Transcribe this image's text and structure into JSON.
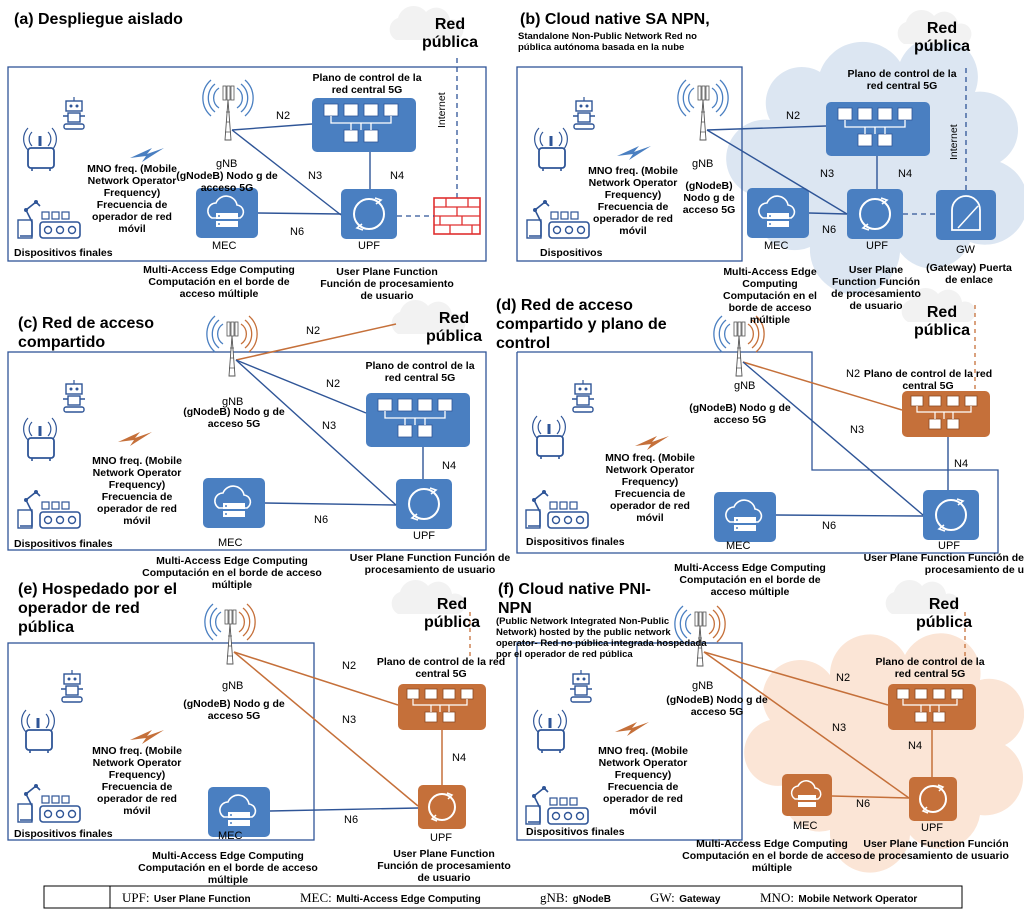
{
  "colors": {
    "blue": "#4a7fc1",
    "blue_dark": "#2f5597",
    "orange": "#c5703a",
    "orange_cloud": "#fbe5d6",
    "blue_cloud": "#dce6f2"
  },
  "panel_a": {
    "title": "(a) Despliegue aislado",
    "public_net": "Red pública",
    "internet": "Internet",
    "cp": "Plano de control de la red central 5G",
    "gnb": "gNB",
    "gnb_full": "(gNodeB) Nodo g de acceso 5G",
    "mno": "MNO freq. (Mobile Network Operator Frequency) Frecuencia de operador de red móvil",
    "devices": "Dispositivos finales",
    "mec": "MEC",
    "mec_full": "Multi-Access Edge Computing Computación en el borde de acceso múltiple",
    "upf": "UPF",
    "upf_full": "User Plane Function Función de procesamiento de usuario",
    "n2": "N2",
    "n3": "N3",
    "n4": "N4",
    "n6": "N6"
  },
  "panel_b": {
    "title": "(b) Cloud native SA NPN,",
    "subtitle": "Standalone Non-Public Network Red no pública autónoma basada en la nube",
    "public_net": "Red pública",
    "internet": "Internet",
    "cp": "Plano de control de la red central 5G",
    "gnb": "gNB",
    "gnb_full": "(gNodeB) Nodo g de acceso 5G",
    "mno": "MNO freq. (Mobile Network Operator Frequency) Frecuencia de operador de red móvil",
    "devices": "Dispositivos",
    "mec": "MEC",
    "mec_full": "Multi-Access Edge Computing Computación en el borde de acceso múltiple",
    "upf": "UPF",
    "upf_full": "User Plane Function Función de procesamiento de usuario",
    "gw": "GW",
    "gw_full": "(Gateway) Puerta de enlace",
    "n2": "N2",
    "n3": "N3",
    "n4": "N4",
    "n6": "N6"
  },
  "panel_c": {
    "title": "(c) Red de acceso compartido",
    "public_net": "Red pública",
    "cp": "Plano de control de la red central 5G",
    "gnb": "gNB",
    "gnb_full": "(gNodeB) Nodo g de acceso 5G",
    "mno": "MNO freq. (Mobile Network Operator Frequency) Frecuencia de operador de red móvil",
    "devices": "Dispositivos finales",
    "mec": "MEC",
    "mec_full": "Multi-Access Edge Computing Computación en el borde de acceso múltiple",
    "upf": "UPF",
    "upf_full": "User Plane Function Función de procesamiento de usuario",
    "n2": "N2",
    "n2b": "N2",
    "n3": "N3",
    "n4": "N4",
    "n6": "N6"
  },
  "panel_d": {
    "title": "(d) Red de acceso compartido y plano de control",
    "public_net": "Red pública",
    "cp": "Plano de control de la red central 5G",
    "gnb": "gNB",
    "gnb_full": "(gNodeB) Nodo g de acceso 5G",
    "mno": "MNO freq. (Mobile Network Operator Frequency) Frecuencia de operador de red móvil",
    "devices": "Dispositivos finales",
    "mec": "MEC",
    "mec_full": "Multi-Access Edge Computing Computación en el borde de acceso múltiple",
    "upf": "UPF",
    "upf_full": "User Plane Function Función de procesamiento de u",
    "n2": "N2",
    "n3": "N3",
    "n4": "N4",
    "n6": "N6"
  },
  "panel_e": {
    "title": "(e) Hospedado por el operador de red pública",
    "public_net": "Red pública",
    "cp": "Plano de control de la red central 5G",
    "gnb": "gNB",
    "gnb_full": "(gNodeB) Nodo g de acceso 5G",
    "mno": "MNO freq. (Mobile Network Operator Frequency) Frecuencia de operador de red móvil",
    "devices": "Dispositivos finales",
    "mec": "MEC",
    "mec_full": "Multi-Access Edge Computing Computación en el borde de acceso múltiple",
    "upf": "UPF",
    "upf_full": "User Plane Function Función de procesamiento de usuario",
    "n2": "N2",
    "n3": "N3",
    "n4": "N4",
    "n6": "N6"
  },
  "panel_f": {
    "title": "(f) Cloud native PNI-NPN",
    "subtitle": "(Public Network Integrated Non-Public Network) hosted by the public network operator-  Red no pública integrada hospedada por el operador de red pública",
    "public_net": "Red pública",
    "cp": "Plano de control de la red central 5G",
    "gnb": "gNB",
    "gnb_full": "(gNodeB) Nodo g de acceso 5G",
    "mno": "MNO freq. (Mobile Network Operator Frequency) Frecuencia de operador de red móvil",
    "devices": "Dispositivos finales",
    "mec": "MEC",
    "mec_full": "Multi-Access Edge Computing Computación en el borde de acceso múltiple",
    "upf": "UPF",
    "upf_full": "User Plane Function Función de procesamiento de usuario",
    "n2": "N2",
    "n3": "N3",
    "n4": "N4",
    "n6": "N6"
  },
  "legend": {
    "upf_abbr": "UPF:",
    "upf_text": "User Plane Function",
    "mec_abbr": "MEC:",
    "mec_text": "Multi-Access Edge Computing",
    "gnb_abbr": "gNB:",
    "gnb_text": "gNodeB",
    "gw_abbr": "GW:",
    "gw_text": "Gateway",
    "mno_abbr": "MNO:",
    "mno_text": "Mobile Network Operator"
  }
}
